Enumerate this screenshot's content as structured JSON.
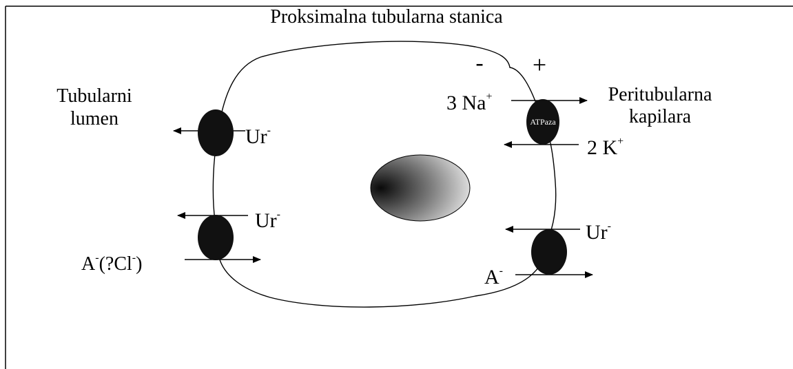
{
  "title": "Proksimalna tubularna stanica",
  "lumen_label": {
    "line1": "Tubularni",
    "line2": "lumen"
  },
  "capillary_label": {
    "line1": "Peritubularna",
    "line2": "kapilara"
  },
  "membrane_potential": {
    "negative": "-",
    "positive": "+"
  },
  "atpase": {
    "label": "ATPaza",
    "na": {
      "text": "3 Na",
      "charge": "+"
    },
    "k": {
      "text": "2 K",
      "charge": "+"
    }
  },
  "apical_transporters": {
    "top": {
      "ion": "Ur",
      "charge": "-"
    },
    "bottom": {
      "ion": "Ur",
      "charge": "-",
      "counter_ion": "A",
      "counter_charge": "-",
      "paren_open": "(?Cl",
      "paren_charge": "-",
      "paren_close": ")"
    }
  },
  "basolateral_transporter": {
    "ion": "Ur",
    "charge": "-",
    "counter_ion": "A",
    "counter_charge": "-"
  },
  "colors": {
    "line": "#000000",
    "transporter": "#111111",
    "background": "#ffffff"
  }
}
